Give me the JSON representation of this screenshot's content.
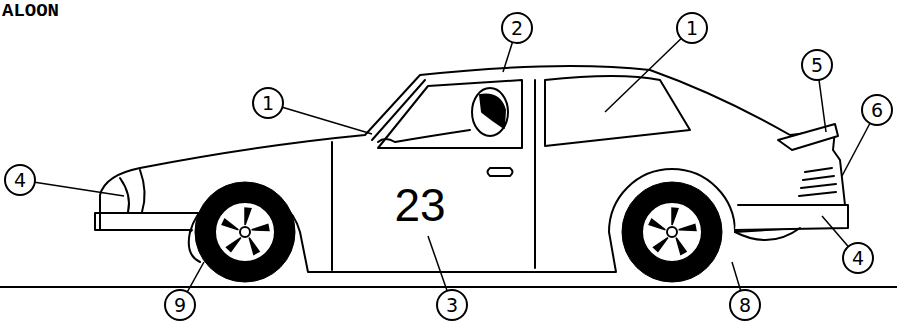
{
  "diagram": {
    "title": "ALOON",
    "labels": [
      "2",
      "1",
      "1",
      "5",
      "6",
      "4",
      "23",
      "4",
      "9",
      "3",
      "8"
    ]
  }
}
